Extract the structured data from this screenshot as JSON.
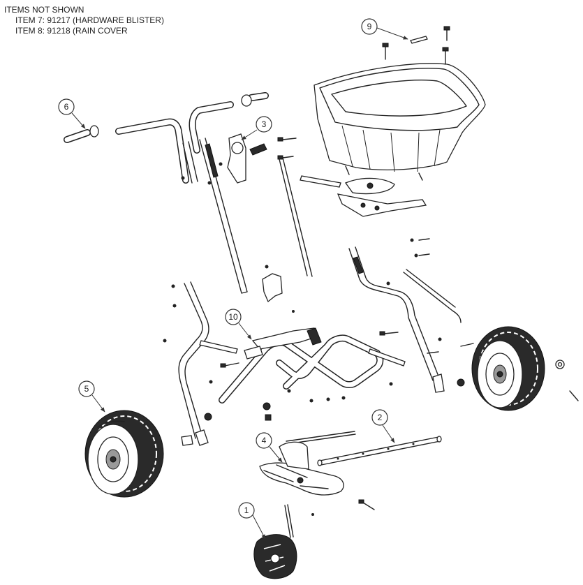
{
  "notes": {
    "heading": "ITEMS NOT SHOWN",
    "items": [
      "ITEM 7: 91217 (HARDWARE BLISTER)",
      "ITEM 8: 91218 (RAIN COVER"
    ]
  },
  "callouts": [
    "1",
    "2",
    "3",
    "4",
    "5",
    "6",
    "9",
    "10"
  ],
  "colors": {
    "line": "#222222",
    "tire": "#2a2a2a",
    "background": "#ffffff"
  }
}
